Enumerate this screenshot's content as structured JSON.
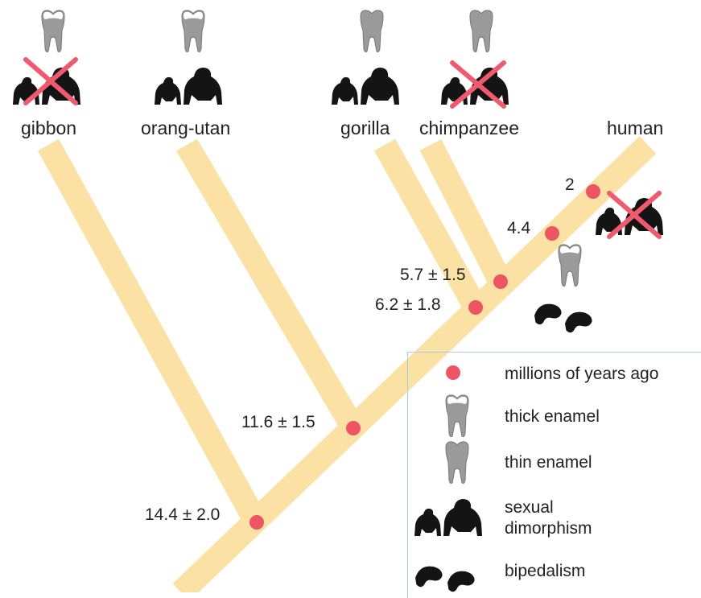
{
  "colors": {
    "branch": "#fbe1a4",
    "node": "#ee5564",
    "cross": "#ef5a6e",
    "silhouette": "#141414",
    "tooth_thin": "#9a9a9a",
    "tooth_thick_enamel": "#ffffff",
    "legend_border": "#9fd0ea"
  },
  "species": [
    {
      "name": "gibbon",
      "tooth": "thick-enamel",
      "dimorphism": "crossed-out"
    },
    {
      "name": "orang-utan",
      "tooth": "thick-enamel",
      "dimorphism": "present"
    },
    {
      "name": "gorilla",
      "tooth": "thin-enamel",
      "dimorphism": "present"
    },
    {
      "name": "chimpanzee",
      "tooth": "thin-enamel",
      "dimorphism": "crossed-out"
    },
    {
      "name": "human",
      "tooth": "thick-enamel",
      "dimorphism": "crossed-out",
      "bipedalism": true
    }
  ],
  "nodes": [
    {
      "label": "14.4 ± 2.0"
    },
    {
      "label": "11.6 ± 1.5"
    },
    {
      "label": "6.2 ± 1.8"
    },
    {
      "label": "5.7 ± 1.5"
    },
    {
      "label": "4.4"
    },
    {
      "label": "2"
    }
  ],
  "legend": {
    "millions": "millions of years ago",
    "thick": "thick enamel",
    "thin": "thin enamel",
    "dimorphism_line1": "sexual",
    "dimorphism_line2": "dimorphism",
    "bipedalism": "bipedalism"
  }
}
